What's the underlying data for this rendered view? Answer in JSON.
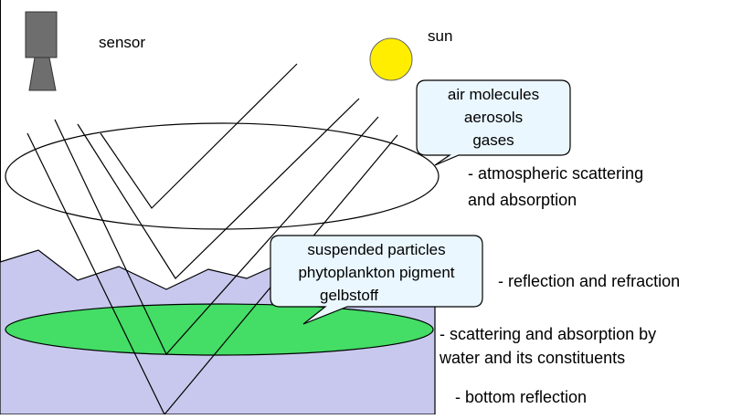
{
  "labels": {
    "sensor": "sensor",
    "sun": "sun",
    "atmos_bubble": [
      "air molecules",
      "aerosols",
      "gases"
    ],
    "water_bubble": [
      "suspended particles",
      "phytoplankton pigment",
      "gelbstoff"
    ],
    "atmospheric": [
      "- atmospheric scattering",
      "and absorption"
    ],
    "surface": "- reflection and refraction",
    "water": [
      "- scattering and absorption by",
      "water and its constituents"
    ],
    "bottom": "- bottom reflection"
  },
  "colors": {
    "water_fill": "#c8c8ee",
    "constituent_layer": "#44dd66",
    "sun_fill": "#ffee00",
    "sensor_fill": "#6e6e6e",
    "callout_fill": "#eaf7ff"
  }
}
